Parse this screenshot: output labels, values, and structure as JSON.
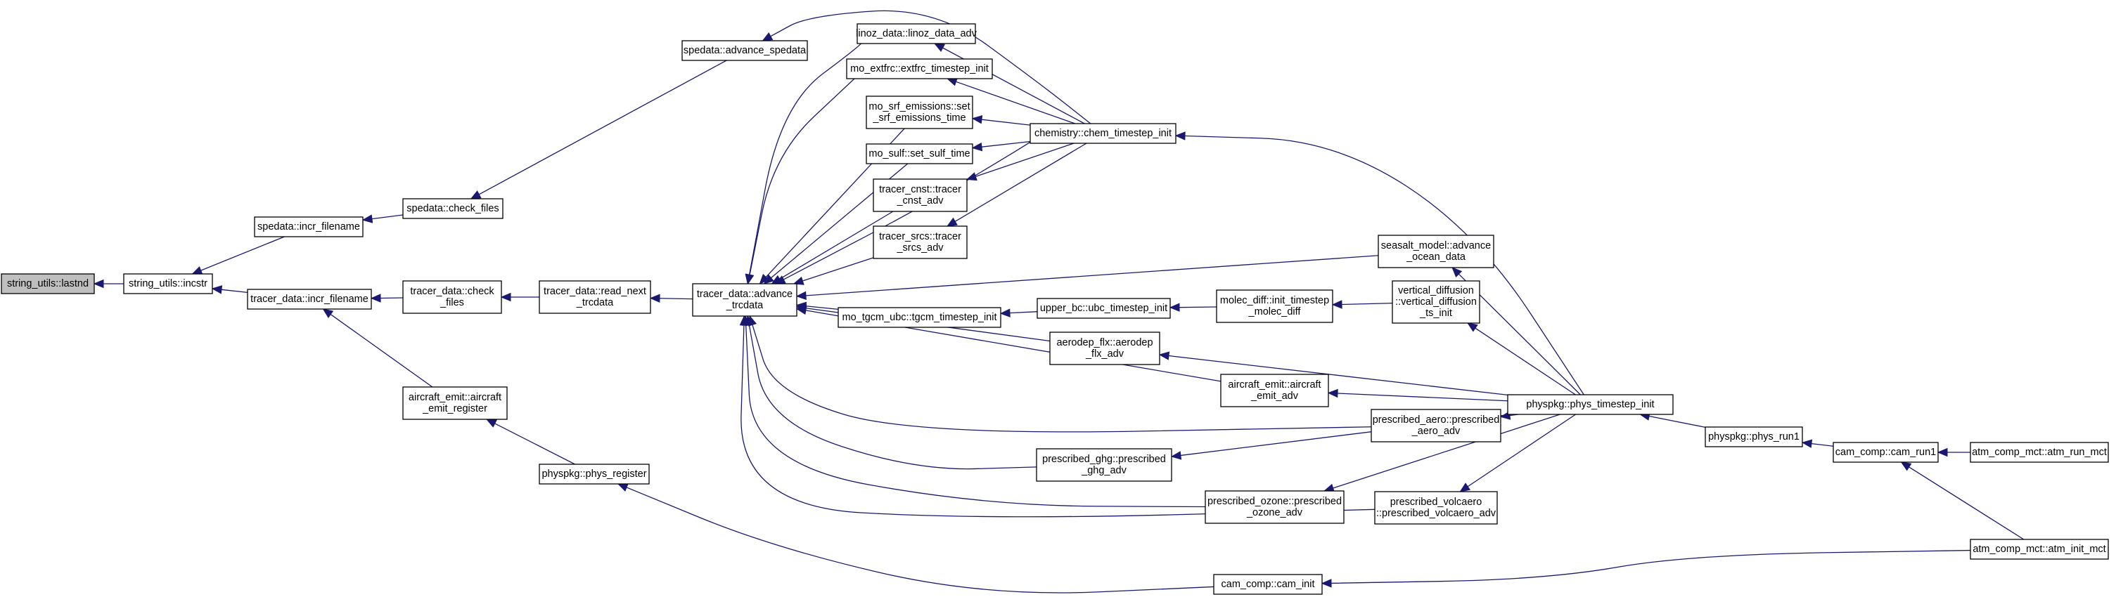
{
  "graph": {
    "type": "call-graph",
    "edge_color": "#191970",
    "node_fill": "#ffffff",
    "root_fill": "#bfbfbf",
    "nodes": [
      {
        "id": "lastnd",
        "lines": [
          "string_utils::lastnd"
        ]
      },
      {
        "id": "incstr",
        "lines": [
          "string_utils::incstr"
        ]
      },
      {
        "id": "sp_incr",
        "lines": [
          "spedata::incr_filename"
        ]
      },
      {
        "id": "tr_incr",
        "lines": [
          "tracer_data::incr_filename"
        ]
      },
      {
        "id": "sp_check",
        "lines": [
          "spedata::check_files"
        ]
      },
      {
        "id": "sp_adv",
        "lines": [
          "spedata::advance_spedata"
        ]
      },
      {
        "id": "tr_check",
        "lines": [
          "tracer_data::check",
          "_files"
        ]
      },
      {
        "id": "ac_reg",
        "lines": [
          "aircraft_emit::aircraft",
          "_emit_register"
        ]
      },
      {
        "id": "phys_reg",
        "lines": [
          "physpkg::phys_register"
        ]
      },
      {
        "id": "read_next",
        "lines": [
          "tracer_data::read_next",
          "_trcdata"
        ]
      },
      {
        "id": "adv_trc",
        "lines": [
          "tracer_data::advance",
          "_trcdata"
        ]
      },
      {
        "id": "linoz",
        "lines": [
          "linoz_data::linoz_data_adv"
        ]
      },
      {
        "id": "extfrc",
        "lines": [
          "mo_extfrc::extfrc_timestep_init"
        ]
      },
      {
        "id": "srf",
        "lines": [
          "mo_srf_emissions::set",
          "_srf_emissions_time"
        ]
      },
      {
        "id": "sulf",
        "lines": [
          "mo_sulf::set_sulf_time"
        ]
      },
      {
        "id": "cnst",
        "lines": [
          "tracer_cnst::tracer",
          "_cnst_adv"
        ]
      },
      {
        "id": "srcs",
        "lines": [
          "tracer_srcs::tracer",
          "_srcs_adv"
        ]
      },
      {
        "id": "tgcm",
        "lines": [
          "mo_tgcm_ubc::tgcm_timestep_init"
        ]
      },
      {
        "id": "aerodep",
        "lines": [
          "aerodep_flx::aerodep",
          "_flx_adv"
        ]
      },
      {
        "id": "ghg",
        "lines": [
          "prescribed_ghg::prescribed",
          "_ghg_adv"
        ]
      },
      {
        "id": "ubc",
        "lines": [
          "upper_bc::ubc_timestep_init"
        ]
      },
      {
        "id": "chem",
        "lines": [
          "chemistry::chem_timestep_init"
        ]
      },
      {
        "id": "seasalt",
        "lines": [
          "seasalt_model::advance",
          "_ocean_data"
        ]
      },
      {
        "id": "molec",
        "lines": [
          "molec_diff::init_timestep",
          "_molec_diff"
        ]
      },
      {
        "id": "ac_adv",
        "lines": [
          "aircraft_emit::aircraft",
          "_emit_adv"
        ]
      },
      {
        "id": "aero",
        "lines": [
          "prescribed_aero::prescribed",
          "_aero_adv"
        ]
      },
      {
        "id": "ozone",
        "lines": [
          "prescribed_ozone::prescribed",
          "_ozone_adv"
        ]
      },
      {
        "id": "volc",
        "lines": [
          "prescribed_volcaero",
          "::prescribed_volcaero_adv"
        ]
      },
      {
        "id": "cam_init",
        "lines": [
          "cam_comp::cam_init"
        ]
      },
      {
        "id": "vdiff",
        "lines": [
          "vertical_diffusion",
          "::vertical_diffusion",
          "_ts_init"
        ]
      },
      {
        "id": "phys_ts",
        "lines": [
          "physpkg::phys_timestep_init"
        ]
      },
      {
        "id": "phys_run1",
        "lines": [
          "physpkg::phys_run1"
        ]
      },
      {
        "id": "cam_run1",
        "lines": [
          "cam_comp::cam_run1"
        ]
      },
      {
        "id": "atm_run",
        "lines": [
          "atm_comp_mct::atm_run_mct"
        ]
      },
      {
        "id": "atm_init",
        "lines": [
          "atm_comp_mct::atm_init_mct"
        ]
      }
    ],
    "edges": [
      [
        "incstr",
        "lastnd"
      ],
      [
        "sp_incr",
        "incstr"
      ],
      [
        "tr_incr",
        "incstr"
      ],
      [
        "sp_check",
        "sp_incr"
      ],
      [
        "tr_check",
        "tr_incr"
      ],
      [
        "ac_reg",
        "tr_incr"
      ],
      [
        "sp_adv",
        "sp_check"
      ],
      [
        "read_next",
        "tr_check"
      ],
      [
        "phys_reg",
        "ac_reg"
      ],
      [
        "adv_trc",
        "read_next"
      ],
      [
        "chem",
        "sp_adv"
      ],
      [
        "linoz",
        "adv_trc"
      ],
      [
        "extfrc",
        "adv_trc"
      ],
      [
        "srf",
        "adv_trc"
      ],
      [
        "sulf",
        "adv_trc"
      ],
      [
        "cnst",
        "adv_trc"
      ],
      [
        "srcs",
        "adv_trc"
      ],
      [
        "chem",
        "adv_trc"
      ],
      [
        "seasalt",
        "adv_trc"
      ],
      [
        "tgcm",
        "adv_trc"
      ],
      [
        "aerodep",
        "adv_trc"
      ],
      [
        "ac_adv",
        "adv_trc"
      ],
      [
        "aero",
        "adv_trc"
      ],
      [
        "ghg",
        "adv_trc"
      ],
      [
        "ozone",
        "adv_trc"
      ],
      [
        "volc",
        "adv_trc"
      ],
      [
        "chem",
        "linoz"
      ],
      [
        "chem",
        "extfrc"
      ],
      [
        "chem",
        "srf"
      ],
      [
        "chem",
        "sulf"
      ],
      [
        "chem",
        "cnst"
      ],
      [
        "chem",
        "srcs"
      ],
      [
        "ubc",
        "tgcm"
      ],
      [
        "molec",
        "ubc"
      ],
      [
        "vdiff",
        "molec"
      ],
      [
        "phys_ts",
        "chem"
      ],
      [
        "phys_ts",
        "seasalt"
      ],
      [
        "phys_ts",
        "vdiff"
      ],
      [
        "phys_ts",
        "aerodep"
      ],
      [
        "phys_ts",
        "ac_adv"
      ],
      [
        "phys_ts",
        "aero"
      ],
      [
        "phys_ts",
        "ghg"
      ],
      [
        "phys_ts",
        "ozone"
      ],
      [
        "phys_ts",
        "volc"
      ],
      [
        "cam_init",
        "phys_reg"
      ],
      [
        "phys_run1",
        "phys_ts"
      ],
      [
        "cam_run1",
        "phys_run1"
      ],
      [
        "atm_run",
        "cam_run1"
      ],
      [
        "atm_init",
        "cam_run1"
      ],
      [
        "atm_init",
        "cam_init"
      ]
    ]
  }
}
